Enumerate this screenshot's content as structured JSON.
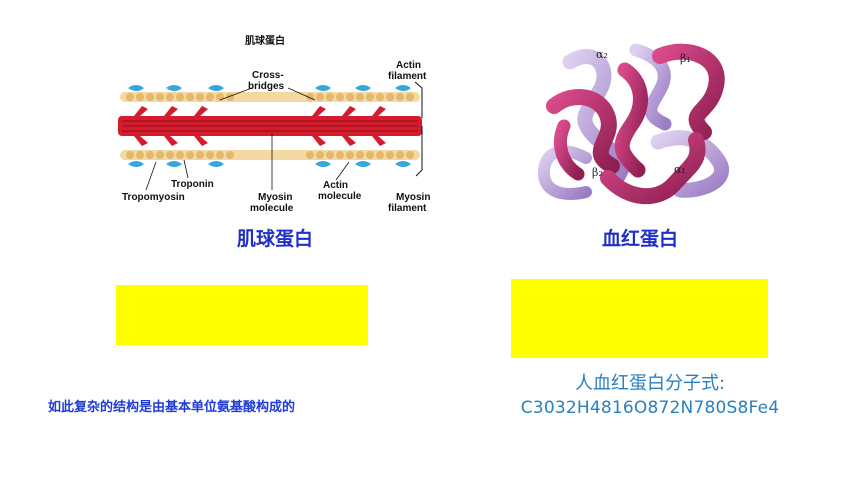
{
  "left_figure": {
    "top_label": "肌球蛋白",
    "labels": {
      "cross_bridges_1": "Cross-",
      "cross_bridges_2": "bridges",
      "actin_filament_1": "Actin",
      "actin_filament_2": "filament",
      "troponin": "Troponin",
      "tropomyosin": "Tropomyosin",
      "myosin_molecule_1": "Myosin",
      "myosin_molecule_2": "molecule",
      "actin_molecule_1": "Actin",
      "actin_molecule_2": "molecule",
      "myosin_filament_1": "Myosin",
      "myosin_filament_2": "filament"
    }
  },
  "right_figure": {
    "subunits": {
      "alpha2": "α₂",
      "beta1": "β₁",
      "beta2": "β₂",
      "alpha1": "α₁"
    }
  },
  "captions": {
    "left": "肌球蛋白",
    "right": "血红蛋白"
  },
  "texts": {
    "bottom_left": "如此复杂的结构是由基本单位氨基酸构成的",
    "formula_title": "人血红蛋白分子式:",
    "formula_value": "C3032H4816O872N780S8Fe4"
  },
  "colors": {
    "caption_blue": "#1f2fc8",
    "formula_blue": "#2a7fc0",
    "yellow": "#ffff00",
    "myosin_red": "#d41c2c",
    "hemoglobin_magenta": "#b52a6a",
    "hemoglobin_lavender": "#b99ad4"
  }
}
